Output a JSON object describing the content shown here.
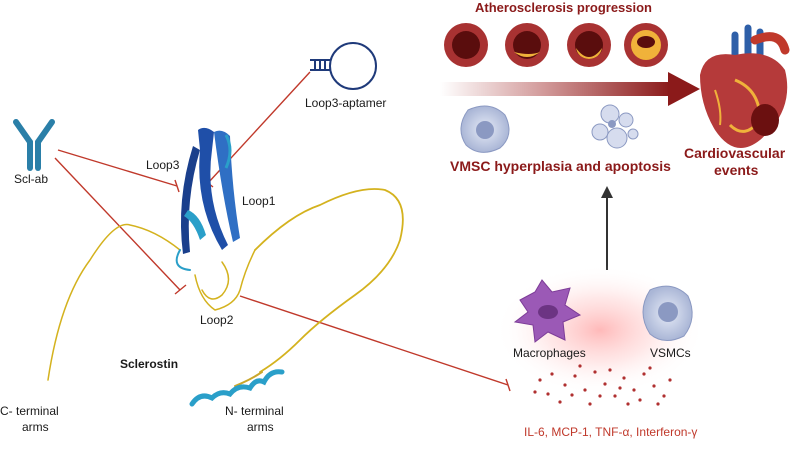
{
  "labels": {
    "progression_title": "Atherosclerosis progression",
    "vmsc": "VMSC hyperplasia and apoptosis",
    "cardio_line1": "Cardiovascular",
    "cardio_line2": "events",
    "aptamer": "Loop3-aptamer",
    "sclab": "Scl-ab",
    "loop3": "Loop3",
    "loop1": "Loop1",
    "loop2": "Loop2",
    "sclerostin": "Sclerostin",
    "cterm1": "C- terminal",
    "cterm2": "arms",
    "nterm1": "N- terminal",
    "nterm2": "arms",
    "macrophages": "Macrophages",
    "vsmcs": "VSMCs",
    "cytokines": "IL-6, MCP-1, TNF-α, Interferon-γ"
  },
  "colors": {
    "dark_red": "#8b1a1a",
    "inhibit_red": "#c0392b",
    "cytokine_text": "#c0392b",
    "helix_blue": "#1f4fa8",
    "coil_yellow": "#d4b21e",
    "macrophage_purple": "#9b59b6",
    "vsmc_blue": "#b8c4e0"
  },
  "icons": [
    "antibody-icon",
    "aptamer-icon",
    "heart-icon",
    "artery-cross-section-icon",
    "cell-icon"
  ]
}
